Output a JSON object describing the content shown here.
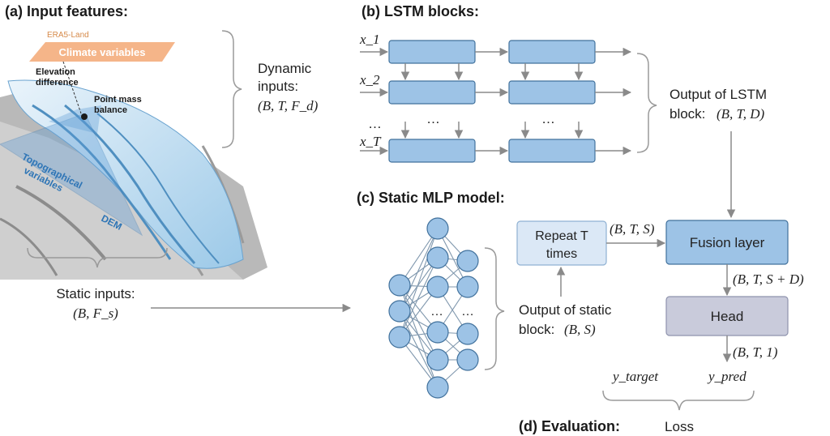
{
  "panels": {
    "input": "(a) Input features:",
    "lstm": "(b) LSTM blocks:",
    "mlp": "(c) Static MLP model:",
    "eval": "(d) Evaluation:"
  },
  "illustration": {
    "era5": "ERA5-Land",
    "climate": "Climate variables",
    "elev_line1": "Elevation",
    "elev_line2": "difference",
    "pmb_line1": "Point mass",
    "pmb_line2": "balance",
    "topo_line1": "Topographical",
    "topo_line2": "variables",
    "dem": "DEM"
  },
  "dynamic": {
    "line1": "Dynamic",
    "line2": "inputs:",
    "shape": "(B, T, F_d)"
  },
  "static_in": {
    "line1": "Static inputs:",
    "shape": "(B, F_s)"
  },
  "lstm_inputs": [
    "x_1",
    "x_2",
    "…",
    "x_T"
  ],
  "lstm_ellipsis": "…",
  "lstm_output": {
    "line1": "Output of LSTM",
    "line2": "block:",
    "shape": "(B, T, D)"
  },
  "repeat": {
    "line1": "Repeat T",
    "line2": "times"
  },
  "fusion": "Fusion layer",
  "head": "Head",
  "shapes": {
    "repeat_out": "(B, T, S)",
    "fusion_out": "(B, T, S + D)",
    "head_out": "(B, T, 1)"
  },
  "static_output": {
    "line1": "Output of static",
    "line2": "block:",
    "shape": "(B, S)"
  },
  "mlp_ellipsis": "…",
  "eval": {
    "target": "y_target",
    "pred": "y_pred",
    "loss": "Loss"
  },
  "colors": {
    "lstm_fill": "#9dc3e6",
    "lstm_stroke": "#41719c",
    "repeat_fill": "#dbe8f6",
    "head_fill": "#c9cbdb",
    "orange": "#f4b183"
  }
}
